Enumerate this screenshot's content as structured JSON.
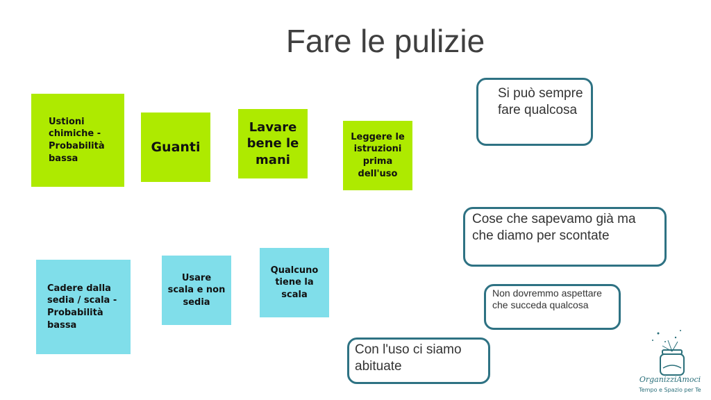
{
  "slide": {
    "title": "Fare le pulizie"
  },
  "green_notes": [
    {
      "text": "Ustioni chimiche - Probabilità bassa"
    },
    {
      "text": "Guanti"
    },
    {
      "text": "Lavare bene le mani"
    },
    {
      "text": "Leggere le istruzioni prima dell'uso"
    }
  ],
  "cyan_notes": [
    {
      "text": "Cadere dalla sedia / scala - Probabilità bassa"
    },
    {
      "text": "Usare scala e non sedia"
    },
    {
      "text": "Qualcuno tiene la scala"
    }
  ],
  "bubbles": [
    {
      "text": "Si può sempre fare qualcosa"
    },
    {
      "text": "Cose che sapevamo già ma che diamo per scontate"
    },
    {
      "text": "Non dovremmo aspettare che succeda qualcosa"
    },
    {
      "text": "Con l'uso ci siamo abituate"
    }
  ],
  "logo": {
    "name": "OrganizziAmoci",
    "tagline": "Tempo e Spazio per Te",
    "accent": "#2a6f7a"
  },
  "colors": {
    "green_note": "#aeea00",
    "cyan_note": "#80deea",
    "bubble_border": "#2e7283",
    "title": "#3f3f3f"
  }
}
